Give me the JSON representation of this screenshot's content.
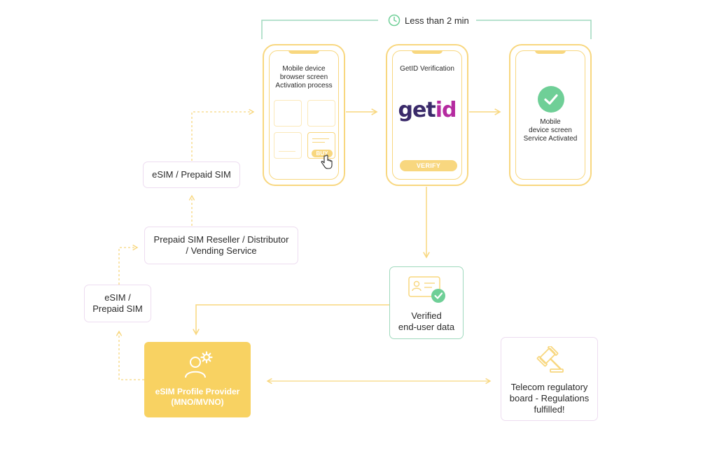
{
  "timebar": {
    "label": "Less than 2 min",
    "icon": "clock-icon"
  },
  "phones": {
    "activation": {
      "text": "Mobile device\nbrowser screen\nActivation process",
      "buy_label": "BUY"
    },
    "verification": {
      "title": "GetID Verification",
      "logo_get": "get",
      "logo_id": "id",
      "verify_label": "VERIFY"
    },
    "activated": {
      "text": "Mobile\ndevice screen\nService Activated",
      "icon": "check-circle-icon"
    }
  },
  "boxes": {
    "esim_top": "eSIM / Prepaid SIM",
    "reseller_line1": "Prepaid SIM Reseller / Distributor",
    "reseller_line2": "/ Vending Service",
    "esim_left_line1": "eSIM /",
    "esim_left_line2": "Prepaid SIM",
    "verified_line1": "Verified",
    "verified_line2": "end-user data",
    "regulatory_line1": "Telecom regulatory",
    "regulatory_line2": "board - Regulations",
    "regulatory_line3": "fulfilled!"
  },
  "provider": {
    "label": "eSIM Profile Provider\n(MNO/MVNO)",
    "icon": "user-gear-icon"
  },
  "colors": {
    "yellow": "#f8d262",
    "yellow_line": "#f8d77f",
    "green": "#6fcf97",
    "green_border": "#9fd9bd",
    "lilac_border": "#eddcf0",
    "teal_line": "#9fd9bd",
    "logo_dark": "#3a2a6a",
    "logo_magenta": "#b52ba0"
  }
}
